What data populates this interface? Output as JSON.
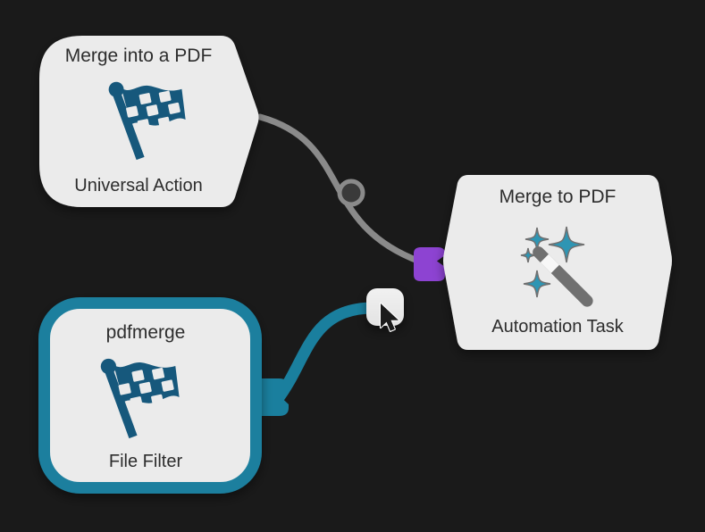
{
  "canvas": {
    "background": "#1a1a1a"
  },
  "colors": {
    "node_fill": "#ebebeb",
    "node_text": "#2d2d2d",
    "selection_teal": "#1a7f9e",
    "wire_gray": "#8a8a8a",
    "port_purple": "#8d43d2",
    "flag_icon_blue": "#16587c",
    "sparkle_teal": "#2e95b3",
    "wand_gray": "#707070"
  },
  "nodes": [
    {
      "id": "universal-action",
      "title": "Merge into a PDF",
      "label": "Universal Action",
      "icon": "checkered-flag-icon",
      "selected": false
    },
    {
      "id": "automation-task",
      "title": "Merge to PDF",
      "label": "Automation Task",
      "icon": "magic-wand-sparkles-icon",
      "selected": false
    },
    {
      "id": "file-filter",
      "title": "pdfmerge",
      "label": "File Filter",
      "icon": "checkered-flag-icon",
      "selected": true
    }
  ],
  "connections": [
    {
      "from": "universal-action",
      "to": "automation-task",
      "color": "#8a8a8a",
      "midpoint_handle": true
    },
    {
      "from": "file-filter",
      "to": "drag-handle",
      "color": "#1a7f9e",
      "in_progress": true
    }
  ],
  "cursor": {
    "type": "arrow-pointer"
  }
}
